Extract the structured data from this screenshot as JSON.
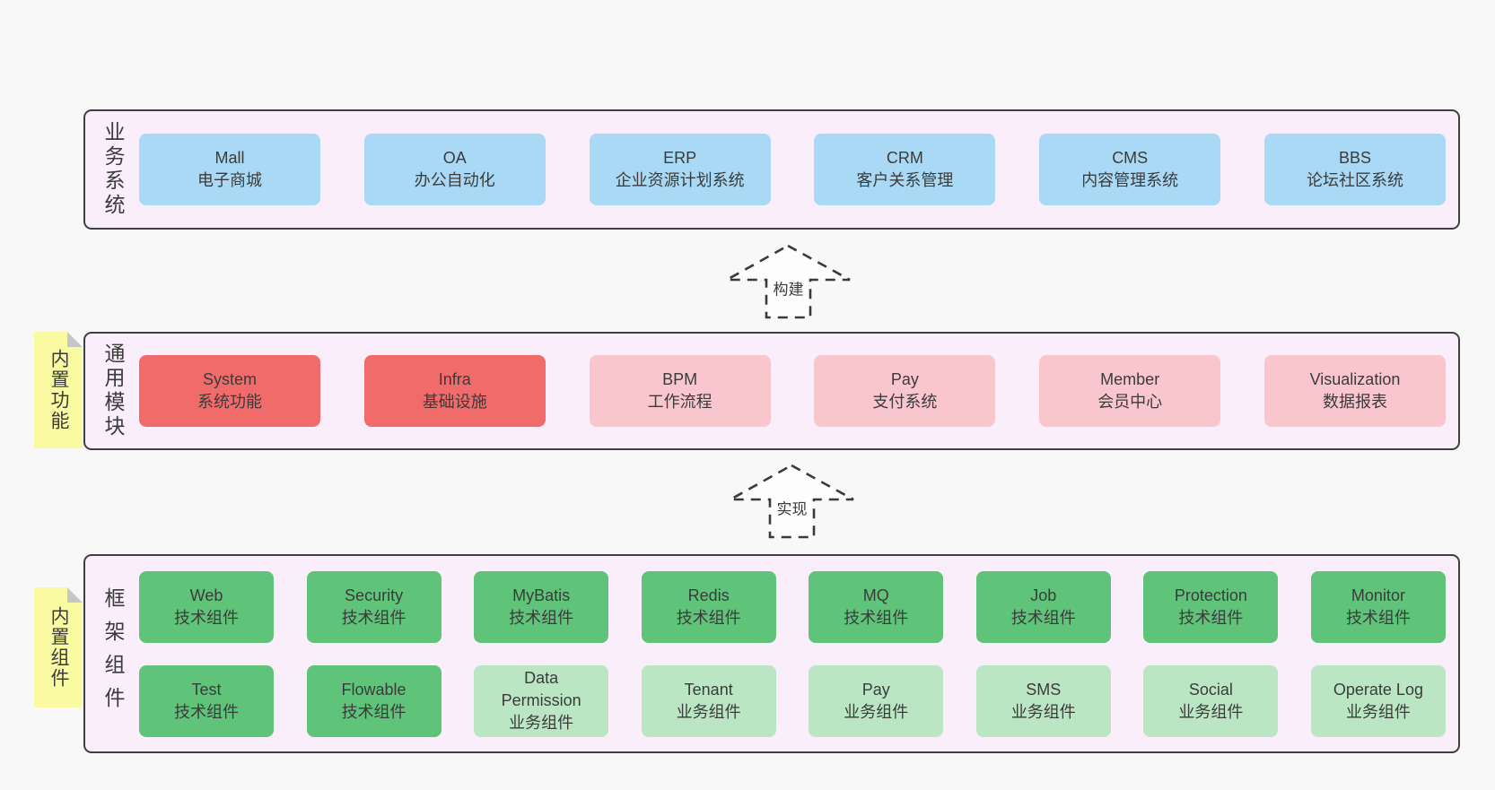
{
  "colors": {
    "page_bg": "#f8f8f8",
    "panel_bg": "#f9eef9",
    "panel_border": "#3f3f3f",
    "box_blue": "#a9d9f5",
    "box_red": "#f16b6b",
    "box_pink": "#f9c6ce",
    "box_green": "#5fc379",
    "box_light_green": "#bbe6c4",
    "note_yellow": "#fafaa3",
    "note_fold_gray": "#c6c6c6",
    "text": "#3b3b3b"
  },
  "tiers": {
    "business": {
      "label": "业务系统",
      "boxes": [
        {
          "title": "Mall",
          "subtitle": "电子商城",
          "variant": "blue"
        },
        {
          "title": "OA",
          "subtitle": "办公自动化",
          "variant": "blue"
        },
        {
          "title": "ERP",
          "subtitle": "企业资源计划系统",
          "variant": "blue"
        },
        {
          "title": "CRM",
          "subtitle": "客户关系管理",
          "variant": "blue"
        },
        {
          "title": "CMS",
          "subtitle": "内容管理系统",
          "variant": "blue"
        },
        {
          "title": "BBS",
          "subtitle": "论坛社区系统",
          "variant": "blue"
        }
      ]
    },
    "modules": {
      "label": "通用模块",
      "note": "内置功能",
      "boxes": [
        {
          "title": "System",
          "subtitle": "系统功能",
          "variant": "red"
        },
        {
          "title": "Infra",
          "subtitle": "基础设施",
          "variant": "red"
        },
        {
          "title": "BPM",
          "subtitle": "工作流程",
          "variant": "pink"
        },
        {
          "title": "Pay",
          "subtitle": "支付系统",
          "variant": "pink"
        },
        {
          "title": "Member",
          "subtitle": "会员中心",
          "variant": "pink"
        },
        {
          "title": "Visualization",
          "subtitle": "数据报表",
          "variant": "pink"
        }
      ]
    },
    "components": {
      "label": "框架组件",
      "note": "内置组件",
      "rows": [
        [
          {
            "title": "Web",
            "subtitle": "技术组件",
            "variant": "green"
          },
          {
            "title": "Security",
            "subtitle": "技术组件",
            "variant": "green"
          },
          {
            "title": "MyBatis",
            "subtitle": "技术组件",
            "variant": "green"
          },
          {
            "title": "Redis",
            "subtitle": "技术组件",
            "variant": "green"
          },
          {
            "title": "MQ",
            "subtitle": "技术组件",
            "variant": "green"
          },
          {
            "title": "Job",
            "subtitle": "技术组件",
            "variant": "green"
          },
          {
            "title": "Protection",
            "subtitle": "技术组件",
            "variant": "green"
          },
          {
            "title": "Monitor",
            "subtitle": "技术组件",
            "variant": "green"
          }
        ],
        [
          {
            "title": "Test",
            "subtitle": "技术组件",
            "variant": "green"
          },
          {
            "title": "Flowable",
            "subtitle": "技术组件",
            "variant": "green"
          },
          {
            "title": "Data Permission",
            "subtitle": "业务组件",
            "variant": "lightgreen"
          },
          {
            "title": "Tenant",
            "subtitle": "业务组件",
            "variant": "lightgreen"
          },
          {
            "title": "Pay",
            "subtitle": "业务组件",
            "variant": "lightgreen"
          },
          {
            "title": "SMS",
            "subtitle": "业务组件",
            "variant": "lightgreen"
          },
          {
            "title": "Social",
            "subtitle": "业务组件",
            "variant": "lightgreen"
          },
          {
            "title": "Operate Log",
            "subtitle": "业务组件",
            "variant": "lightgreen"
          }
        ]
      ]
    }
  },
  "arrows": {
    "build": {
      "label": "构建"
    },
    "implement": {
      "label": "实现"
    }
  }
}
